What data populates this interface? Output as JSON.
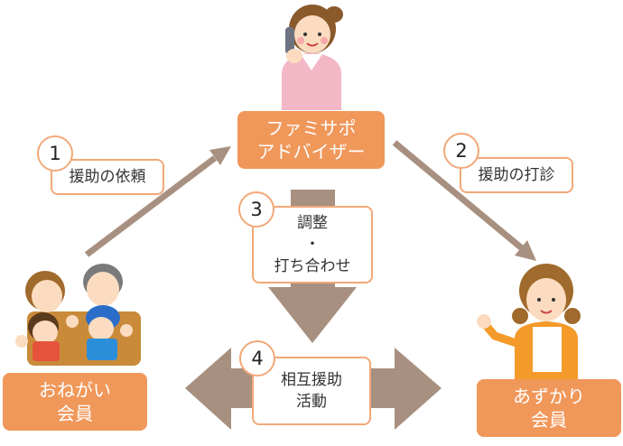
{
  "advisor": {
    "line1": "ファミサポ",
    "line2": "アドバイザー"
  },
  "requester": {
    "line1": "おねがい",
    "line2": "会員"
  },
  "provider": {
    "line1": "あずかり",
    "line2": "会員"
  },
  "steps": [
    {
      "num": "1",
      "text": "援助の依頼"
    },
    {
      "num": "2",
      "text": "援助の打診"
    },
    {
      "num": "3",
      "line1": "調整",
      "line2": "・",
      "line3": "打ち合わせ"
    },
    {
      "num": "4",
      "line1": "相互援助",
      "line2": "活動"
    }
  ],
  "colors": {
    "accent": "#f0975a",
    "arrow": "#a89080",
    "border": "#f2a878"
  }
}
